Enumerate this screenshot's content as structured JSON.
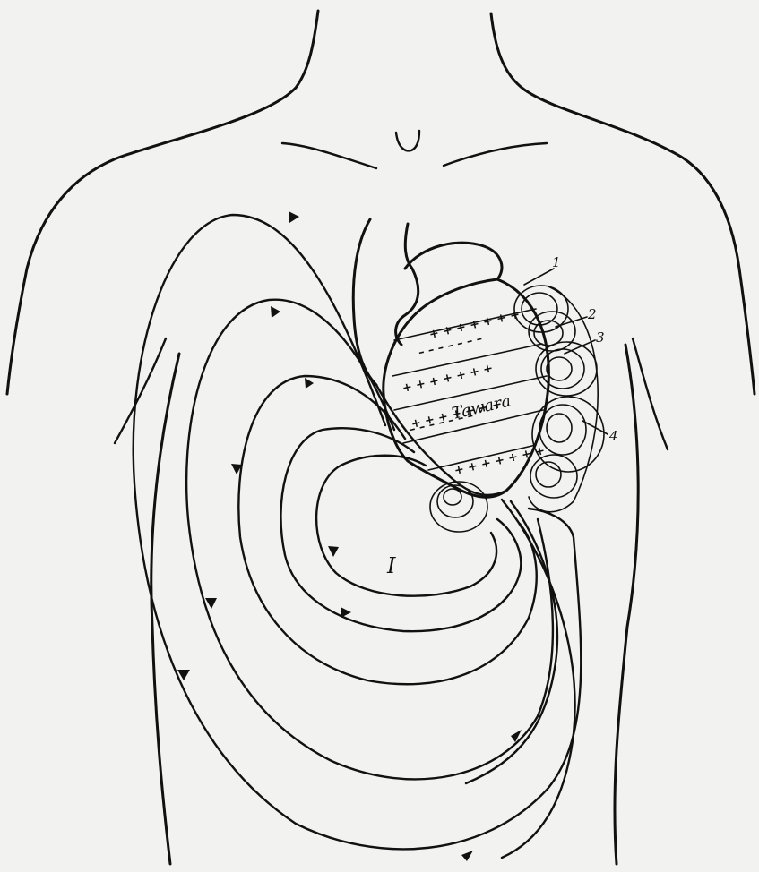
{
  "labels": {
    "tawara": "Tawara",
    "region_one": "I",
    "layer_1": "1",
    "layer_2": "2",
    "layer_3": "3",
    "layer_4": "4"
  },
  "band_signs": {
    "plus": "+ + + + + + +",
    "minus": "– – – – – – –"
  },
  "colors": {
    "ink": "#111111",
    "paper": "#f2f2f0"
  }
}
